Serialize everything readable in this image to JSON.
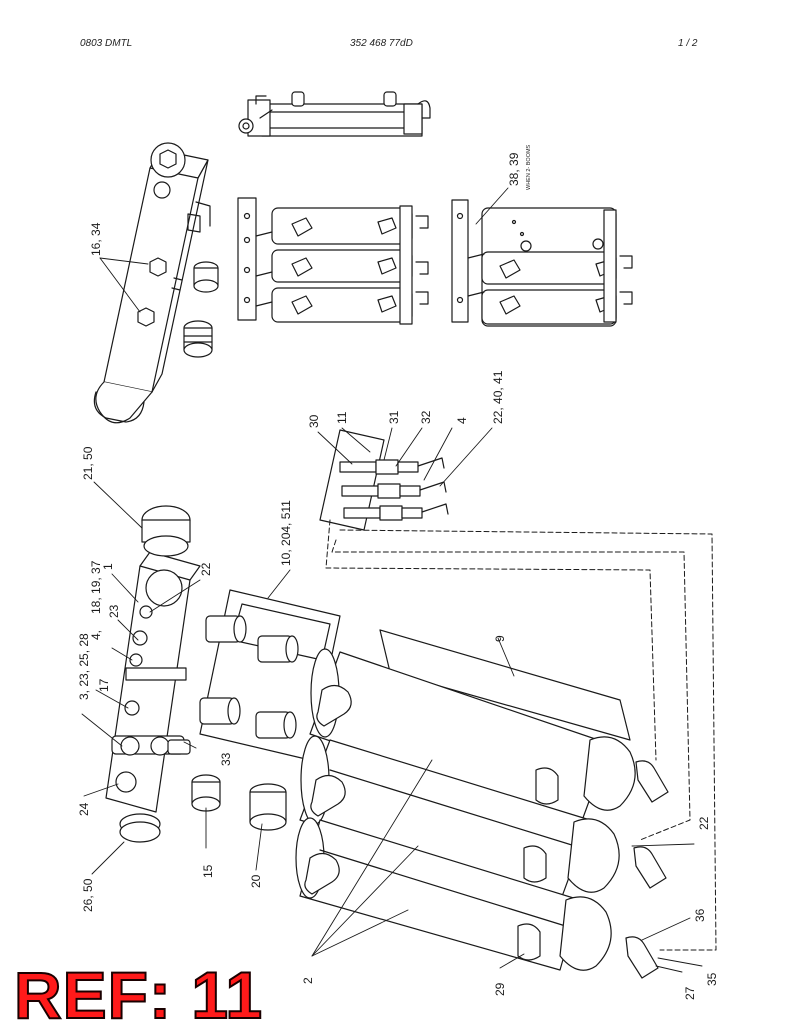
{
  "header": {
    "left": "0803 DMTL",
    "center": "352 468 77dD",
    "right": "1 /   2"
  },
  "ref_label": "REF: 11",
  "note_text": "WHEN 2- BOOMS",
  "callouts": [
    "16, 34",
    "21, 50",
    "1",
    "22",
    "18, 19, 37",
    "23",
    "4,",
    "3, 23, 25, 28",
    "17",
    "33",
    "24",
    "26, 50",
    "15",
    "20",
    "10, 204, 511",
    "9",
    "30",
    "11",
    "31",
    "32",
    "4",
    "22, 40, 41",
    "38, 39",
    "22",
    "36",
    "35",
    "27",
    "29",
    "2"
  ]
}
